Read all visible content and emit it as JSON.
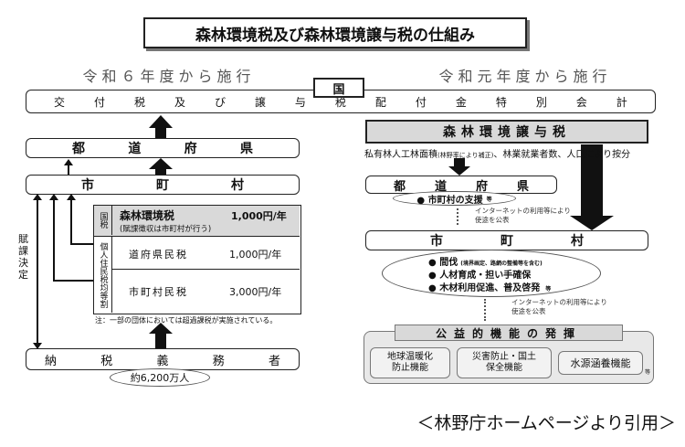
{
  "title": "森林環境税及び森林環境譲与税の仕組み",
  "left_heading": "令和６年度から施行",
  "right_heading": "令和元年度から施行",
  "kuni": "国",
  "koufuzei": [
    "交",
    "付",
    "税",
    "及",
    "び",
    "譲",
    "与",
    "税",
    "配",
    "付",
    "金",
    "特",
    "別",
    "会",
    "計"
  ],
  "left": {
    "todofuken": [
      "都",
      "道",
      "府",
      "県"
    ],
    "shichoson": [
      "市",
      "町",
      "村"
    ],
    "fuka_kettei": "賦課決定",
    "kokuzei_label": "国税",
    "kokuzei_name": "森林環境税",
    "kokuzei_amount": "1,000円/年",
    "kokuzei_note": "(賦課徴収は市町村が行う)",
    "kojin_label": "個人住民税均等割",
    "fuken_tax": "道府県民税",
    "fuken_amount": "1,000円/年",
    "shichoson_tax": "市町村民税",
    "shichoson_amount": "3,000円/年",
    "footnote": "注：一部の団体においては超過課税が実施されている。",
    "nozei": [
      "納",
      "税",
      "義",
      "務",
      "者"
    ],
    "population": "約6,200万人"
  },
  "right": {
    "jouyozei": "森林環境譲与税",
    "criteria_main": "私有林人工林面積",
    "criteria_sub": "(林野率により補正)",
    "criteria_rest": "、林業就業者数、人口により按分",
    "todofuken": [
      "都",
      "道",
      "府",
      "県"
    ],
    "support": "● 市町村の支援",
    "support_etc": "等",
    "publish1": "インターネットの利用等により使途を公表",
    "shichoson": [
      "市",
      "町",
      "村"
    ],
    "uses": [
      {
        "main": "● 間伐",
        "sub": "(境界画定、路網の整備等を含む)"
      },
      {
        "main": "● 人材育成・担い手確保",
        "sub": ""
      },
      {
        "main": "● 木材利用促進、普及啓発",
        "sub": "等"
      }
    ],
    "publish2": "インターネットの利用等により使途を公表",
    "koueki": "公益的機能の発揮",
    "functions": [
      "地球温暖化防止機能",
      "災害防止・国土保全機能",
      "水源涵養機能"
    ],
    "functions_etc": "等"
  },
  "citation": "＜林野庁ホームページより引用＞"
}
